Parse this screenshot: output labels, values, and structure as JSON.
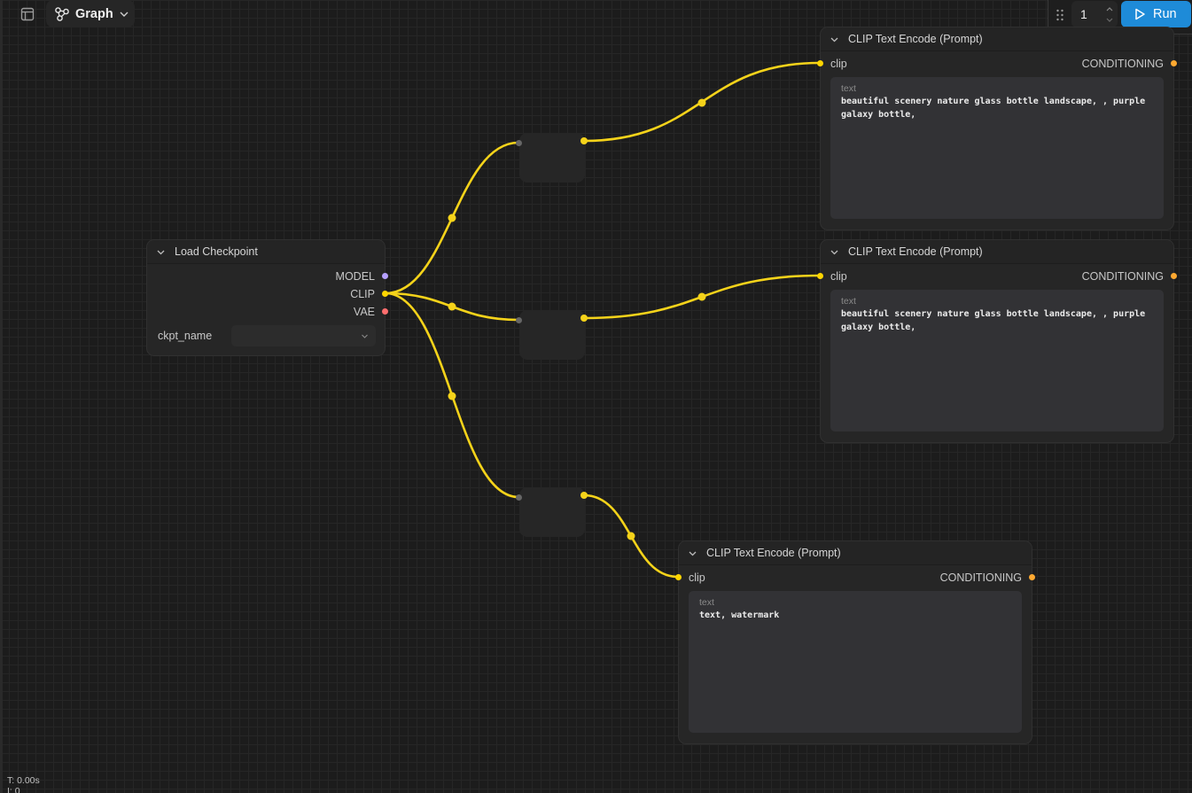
{
  "toolbar": {
    "panel_icon": "panel-layout-icon",
    "graph_icon": "graph-icon",
    "graph_label": "Graph",
    "graph_chevron": "chevron-down-icon"
  },
  "run_panel": {
    "batch_count": "1",
    "run_label": "Run",
    "run_color": "#1e8bd8"
  },
  "nodes": {
    "load_checkpoint": {
      "title": "Load Checkpoint",
      "outputs": [
        "MODEL",
        "CLIP",
        "VAE"
      ],
      "output_colors": [
        "#b6a0ff",
        "#ffd500",
        "#ff6e6e"
      ],
      "ckpt_label": "ckpt_name",
      "ckpt_value": ""
    },
    "clip_1": {
      "title": "CLIP Text Encode (Prompt)",
      "input": "clip",
      "output": "CONDITIONING",
      "text_label": "text",
      "text_value": "beautiful scenery nature glass bottle landscape, , purple\ngalaxy bottle,"
    },
    "clip_2": {
      "title": "CLIP Text Encode (Prompt)",
      "input": "clip",
      "output": "CONDITIONING",
      "text_label": "text",
      "text_value": "beautiful scenery nature glass bottle landscape, , purple\ngalaxy bottle,"
    },
    "clip_3": {
      "title": "CLIP Text Encode (Prompt)",
      "input": "clip",
      "output": "CONDITIONING",
      "text_label": "text",
      "text_value": "text, watermark"
    }
  },
  "colors": {
    "link": "#f5d31a",
    "conditioning": "#ffa931"
  },
  "status": {
    "time": "T: 0.00s",
    "iter": "I: 0"
  }
}
